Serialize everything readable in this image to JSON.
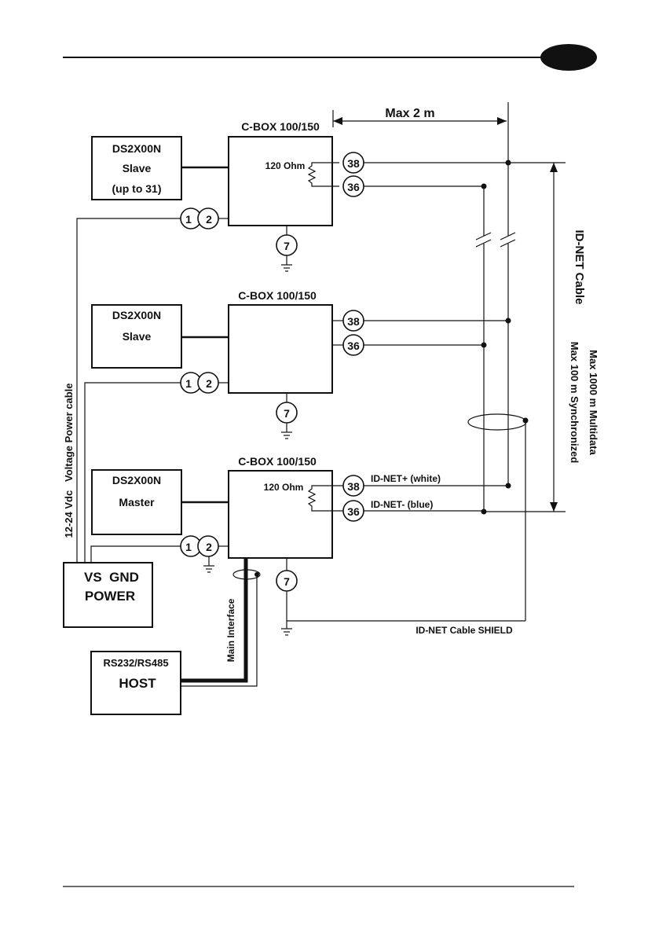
{
  "header": {
    "chapter_tab": ""
  },
  "dimensions": {
    "max_distance": "Max 2 m"
  },
  "nodes": {
    "slave_top": {
      "model": "DS2X00N",
      "role": "Slave",
      "note": "(up to 31)"
    },
    "slave_mid": {
      "model": "DS2X00N",
      "role": "Slave"
    },
    "master": {
      "model": "DS2X00N",
      "role": "Master"
    },
    "cbox_top": {
      "title": "C-BOX 100/150",
      "resistor": "120 Ohm"
    },
    "cbox_mid": {
      "title": "C-BOX 100/150"
    },
    "cbox_bottom": {
      "title": "C-BOX 100/150",
      "resistor": "120 Ohm"
    },
    "power": {
      "line1": "VS  GND",
      "line2": "POWER"
    },
    "host": {
      "line1": "RS232/RS485",
      "line2": "HOST"
    }
  },
  "terminals": {
    "t38": "38",
    "t36": "36",
    "t1": "1",
    "t2": "2",
    "t7": "7"
  },
  "labels": {
    "id_net_plus": "ID-NET+ (white)",
    "id_net_minus": "ID-NET- (blue)",
    "shield": "ID-NET Cable SHIELD",
    "main_interface": "Main Interface",
    "power_cable": "12-24 Vdc   Voltage Power cable",
    "id_net_cable": "ID-NET Cable",
    "max_multidata": "Max 1000 m Multidata",
    "max_synchronized": "Max 100 m Synchronized"
  }
}
